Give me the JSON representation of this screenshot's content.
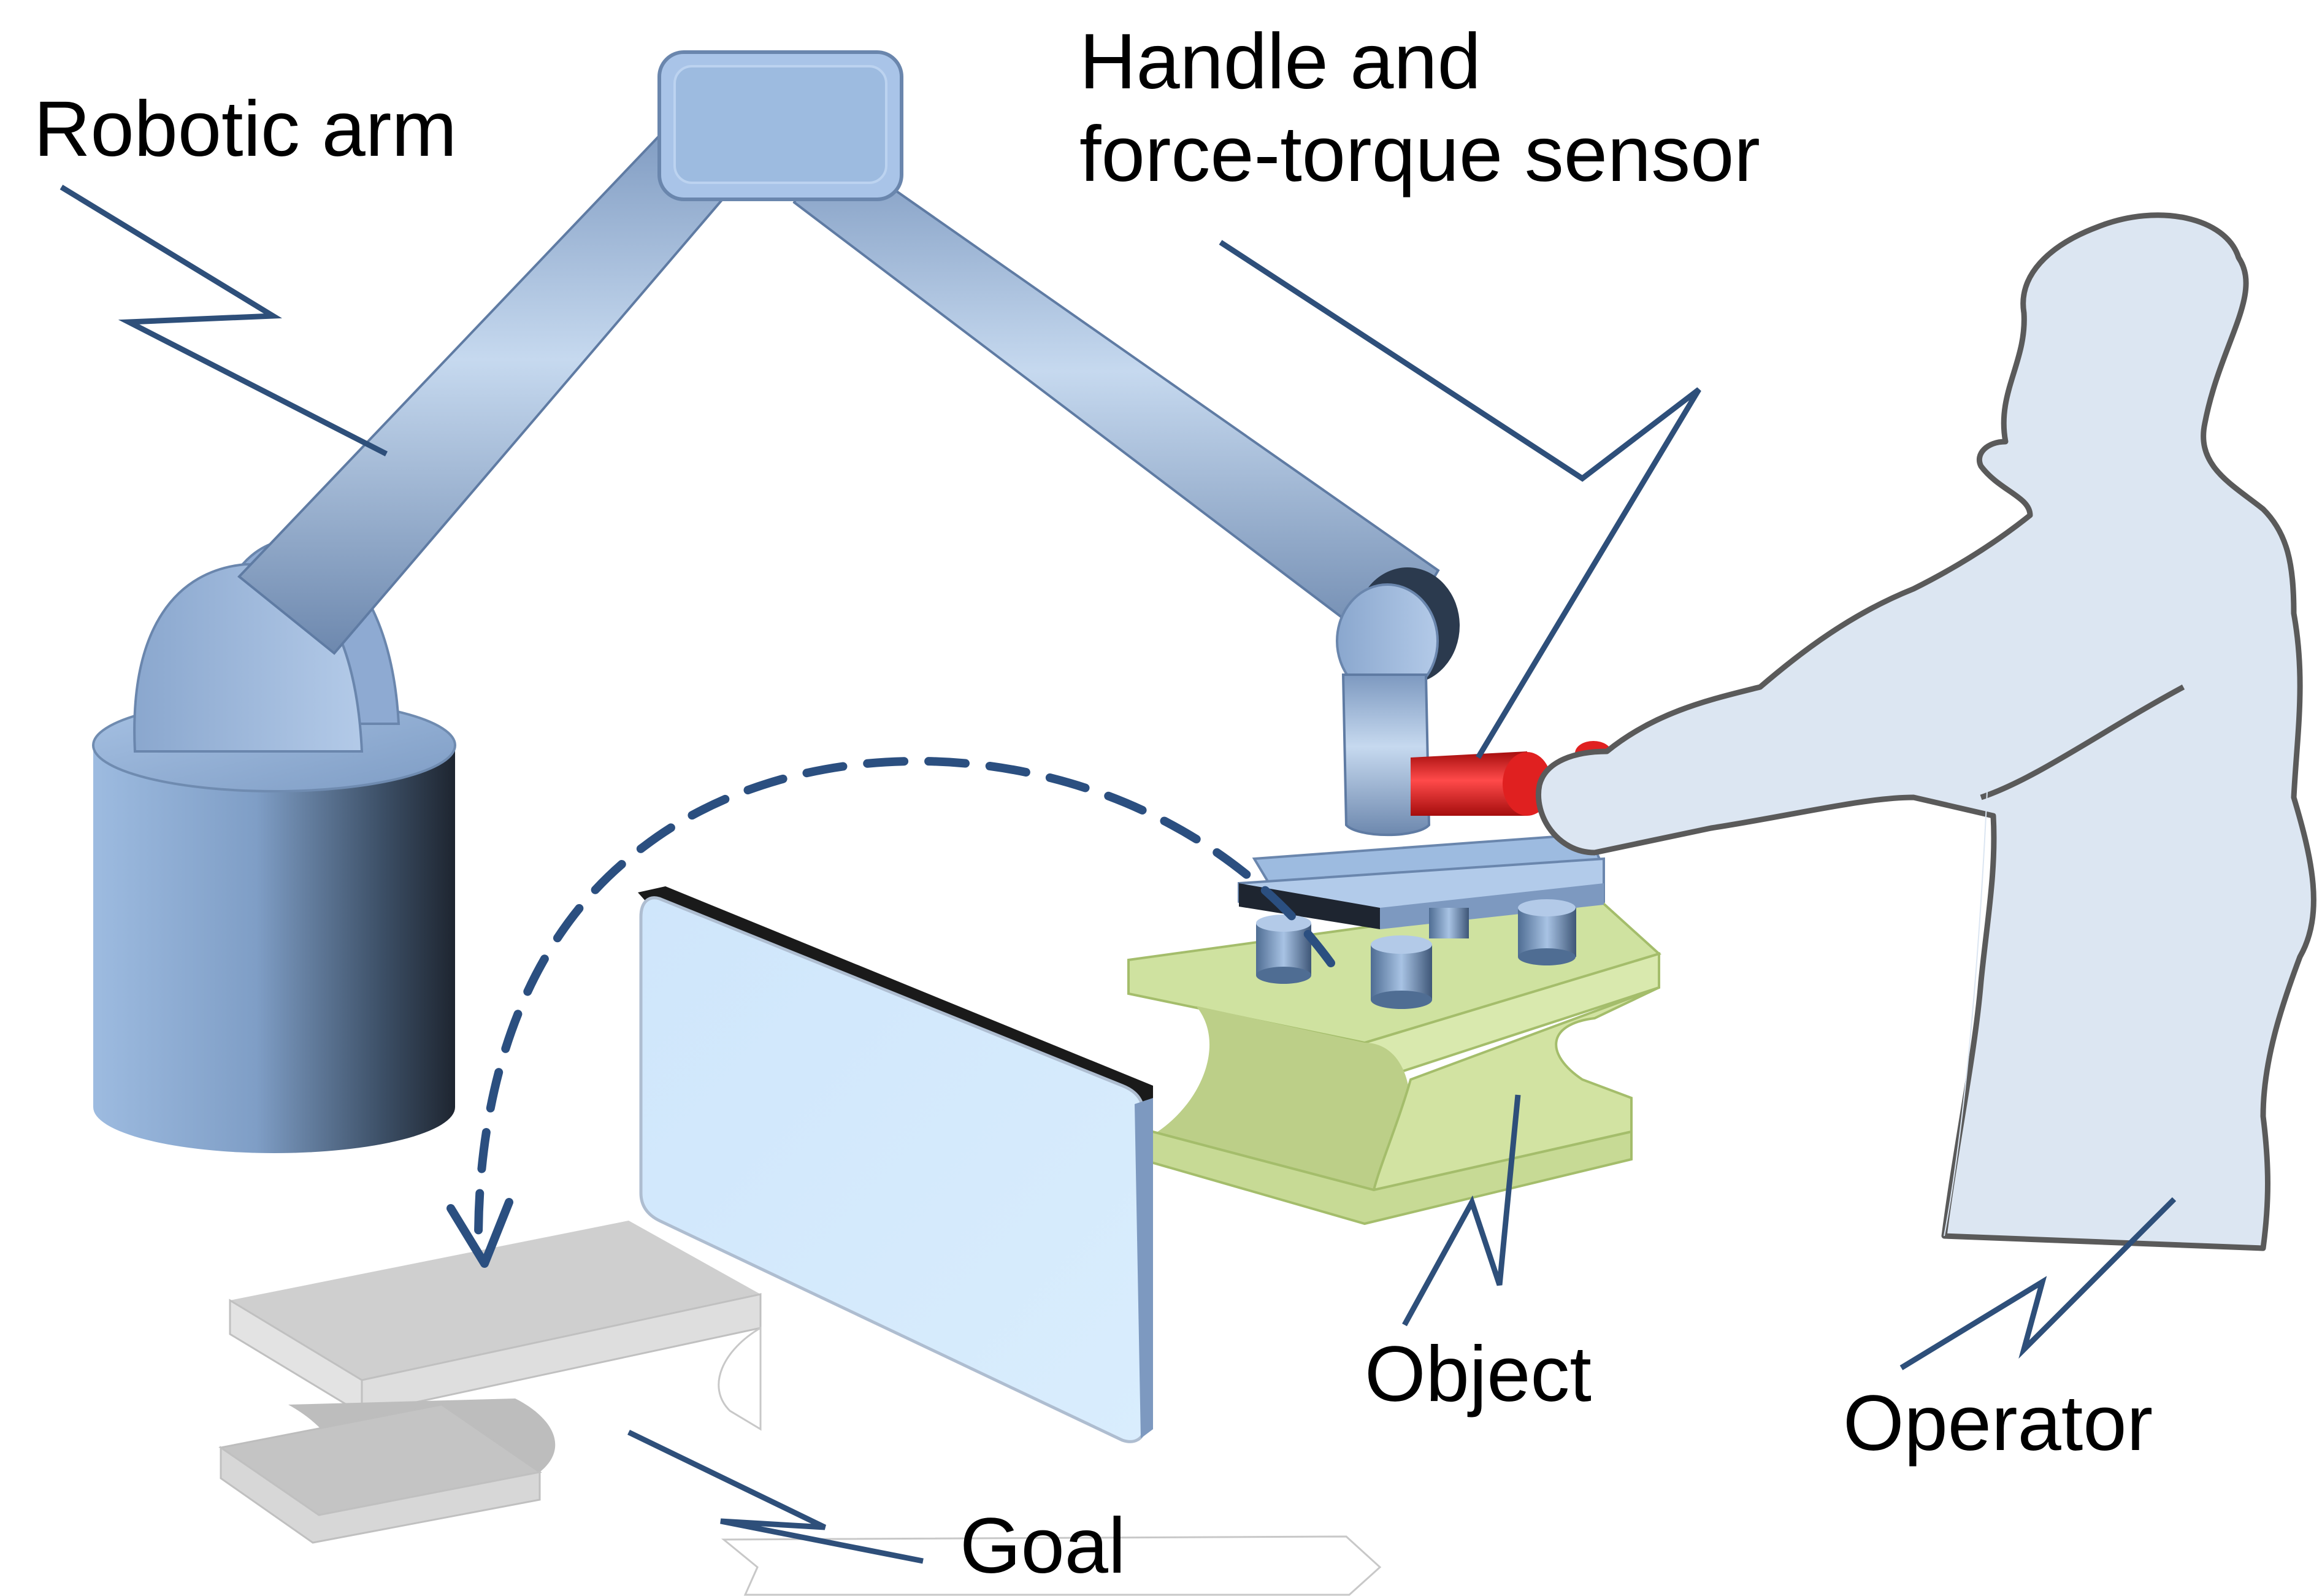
{
  "labels": {
    "robotic_arm": "Robotic arm",
    "handle_line1": "Handle and",
    "handle_line2": "force-torque sensor",
    "object": "Object",
    "operator": "Operator",
    "goal": "Goal"
  },
  "colors": {
    "arm": "#9dbbe0",
    "arm_dark": "#1e2530",
    "handle": "#dd1e1e",
    "object": "#d2e3a2",
    "goal": "#cfcfcf",
    "operator": "#dce6f2",
    "leader_line": "#2e4f7a",
    "path_arrow": "#2b4f80",
    "panel": "#d4eafc"
  }
}
